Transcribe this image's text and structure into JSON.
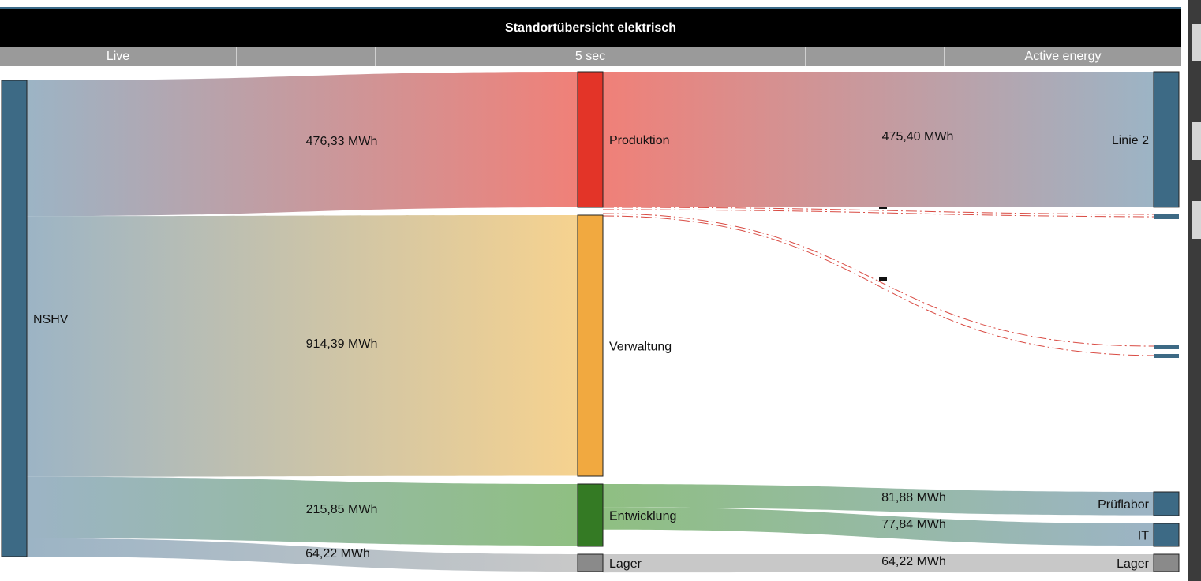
{
  "header": {
    "title": "Standortübersicht elektrisch",
    "tabs": [
      "Live",
      "",
      "5 sec",
      "",
      "Active energy"
    ]
  },
  "chart_data": {
    "type": "sankey",
    "title": "Standortübersicht elektrisch",
    "unit": "MWh",
    "colors": {
      "NSHV": "#3d6a85",
      "Produktion": "#e33428",
      "Verwaltung": "#f1a940",
      "Entwicklung": "#347a24",
      "Lager": "#8a8a8a",
      "Linie 2": "#3d6a85",
      "Prüflabor": "#3d6a85",
      "IT": "#3d6a85",
      "Lager_sink": "#8a8a8a"
    },
    "nodes": [
      {
        "id": "NSHV",
        "label": "NSHV",
        "column": 0
      },
      {
        "id": "Produktion",
        "label": "Produktion",
        "column": 1
      },
      {
        "id": "Verwaltung",
        "label": "Verwaltung",
        "column": 1
      },
      {
        "id": "Entwicklung",
        "label": "Entwicklung",
        "column": 1
      },
      {
        "id": "Lager",
        "label": "Lager",
        "column": 1
      },
      {
        "id": "Linie 2",
        "label": "Linie 2",
        "column": 2
      },
      {
        "id": "Prüflabor",
        "label": "Prüflabor",
        "column": 2
      },
      {
        "id": "IT",
        "label": "IT",
        "column": 2
      },
      {
        "id": "Lager_sink",
        "label": "Lager",
        "column": 2
      }
    ],
    "links": [
      {
        "source": "NSHV",
        "target": "Produktion",
        "value": 476.33,
        "label": "476,33 MWh"
      },
      {
        "source": "NSHV",
        "target": "Verwaltung",
        "value": 914.39,
        "label": "914,39 MWh"
      },
      {
        "source": "NSHV",
        "target": "Entwicklung",
        "value": 215.85,
        "label": "215,85 MWh"
      },
      {
        "source": "NSHV",
        "target": "Lager",
        "value": 64.22,
        "label": "64,22 MWh"
      },
      {
        "source": "Produktion",
        "target": "Linie 2",
        "value": 475.4,
        "label": "475,40 MWh"
      },
      {
        "source": "Entwicklung",
        "target": "Prüflabor",
        "value": 81.88,
        "label": "81,88 MWh"
      },
      {
        "source": "Entwicklung",
        "target": "IT",
        "value": 77.84,
        "label": "77,84 MWh"
      },
      {
        "source": "Lager",
        "target": "Lager_sink",
        "value": 64.22,
        "label": "64,22 MWh"
      }
    ]
  }
}
